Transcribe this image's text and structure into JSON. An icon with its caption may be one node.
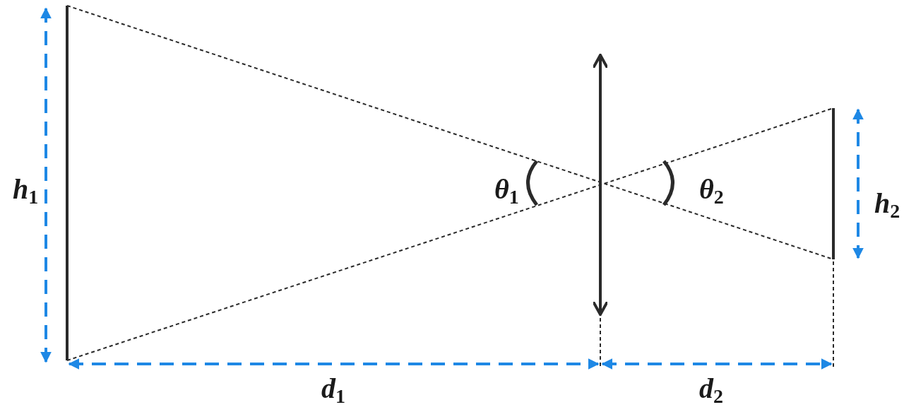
{
  "diagram": {
    "labels": [
      "*h*$_{1}$",
      "*θ*$_{1}$",
      "*θ*$_{2}$",
      "*h*$_{2}$",
      "*d*$_{1}$",
      "*d*$_{2}$"
    ]
  }
}
